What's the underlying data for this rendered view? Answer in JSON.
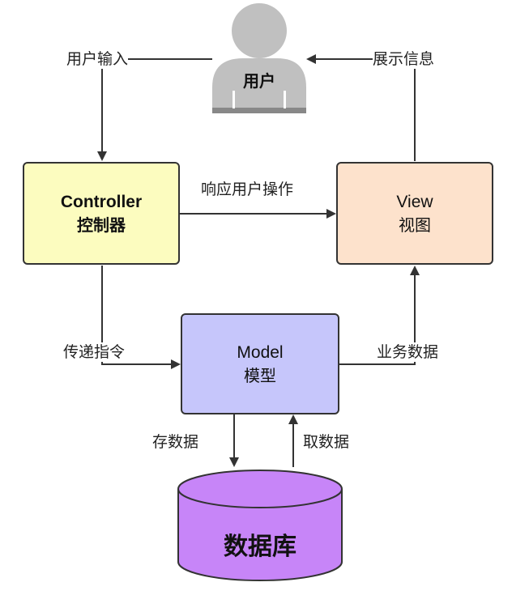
{
  "user": {
    "label": "用户",
    "colors": {
      "body": "#c0c0c0",
      "trim": "#888888"
    }
  },
  "controller": {
    "en": "Controller",
    "cn": "控制器",
    "fill": "#fcfcbf"
  },
  "view": {
    "en": "View",
    "cn": "视图",
    "fill": "#fde2cc"
  },
  "model": {
    "en": "Model",
    "cn": "模型",
    "fill": "#c6c6fb"
  },
  "database": {
    "label": "数据库",
    "fill": "#c785f8",
    "stroke": "#333333"
  },
  "edges": {
    "user_input": "用户输入",
    "show_info": "展示信息",
    "respond": "响应用户操作",
    "pass_command": "传递指令",
    "business_data": "业务数据",
    "store_data": "存数据",
    "fetch_data": "取数据"
  },
  "colors": {
    "line": "#333333",
    "box_border": "#333333"
  }
}
